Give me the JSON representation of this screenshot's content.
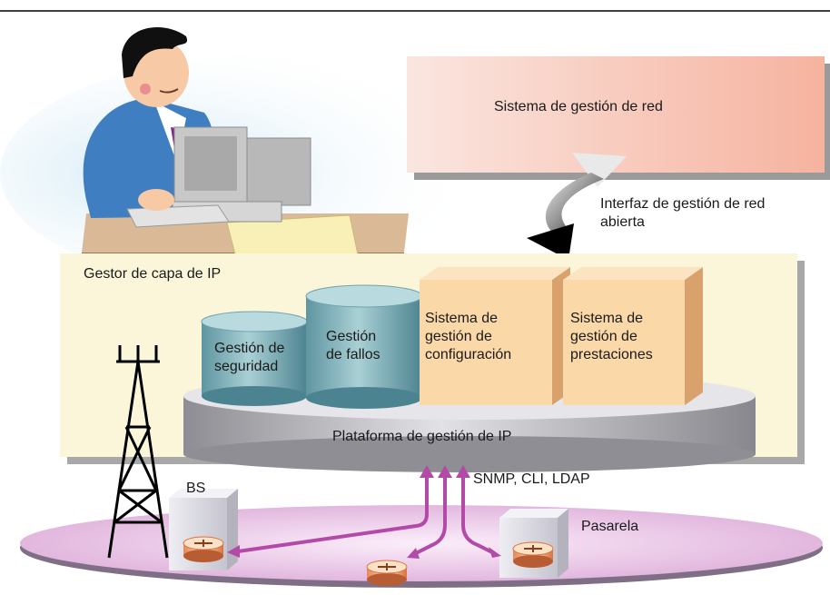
{
  "nms": {
    "title": "Sistema de gestión de red"
  },
  "interface": {
    "label": "Interfaz de gestión de red\nabierta"
  },
  "ip_layer": {
    "title": "Gestor de capa de IP"
  },
  "modules": {
    "security": "Gestión de\nseguridad",
    "faults": "Gestión\nde fallos",
    "config": "Sistema de\ngestión de\nconfiguración",
    "performance": "Sistema de\ngestión de\nprestaciones"
  },
  "platform": {
    "label": "Plataforma de gestión de IP"
  },
  "protocols": {
    "label": "SNMP, CLI, LDAP"
  },
  "nodes": {
    "bs": "BS",
    "gateway": "Pasarela"
  },
  "colors": {
    "nms_left": "#f9e1da",
    "nms_right": "#f7b9a6",
    "ip_layer_bg": "#fbf5d9",
    "cylinder": "#7fb0b7",
    "box_front": "#fbd8a8",
    "platform": "#b4b2b8",
    "network": "#e6c2e2",
    "arrow": "#b34aa8"
  }
}
